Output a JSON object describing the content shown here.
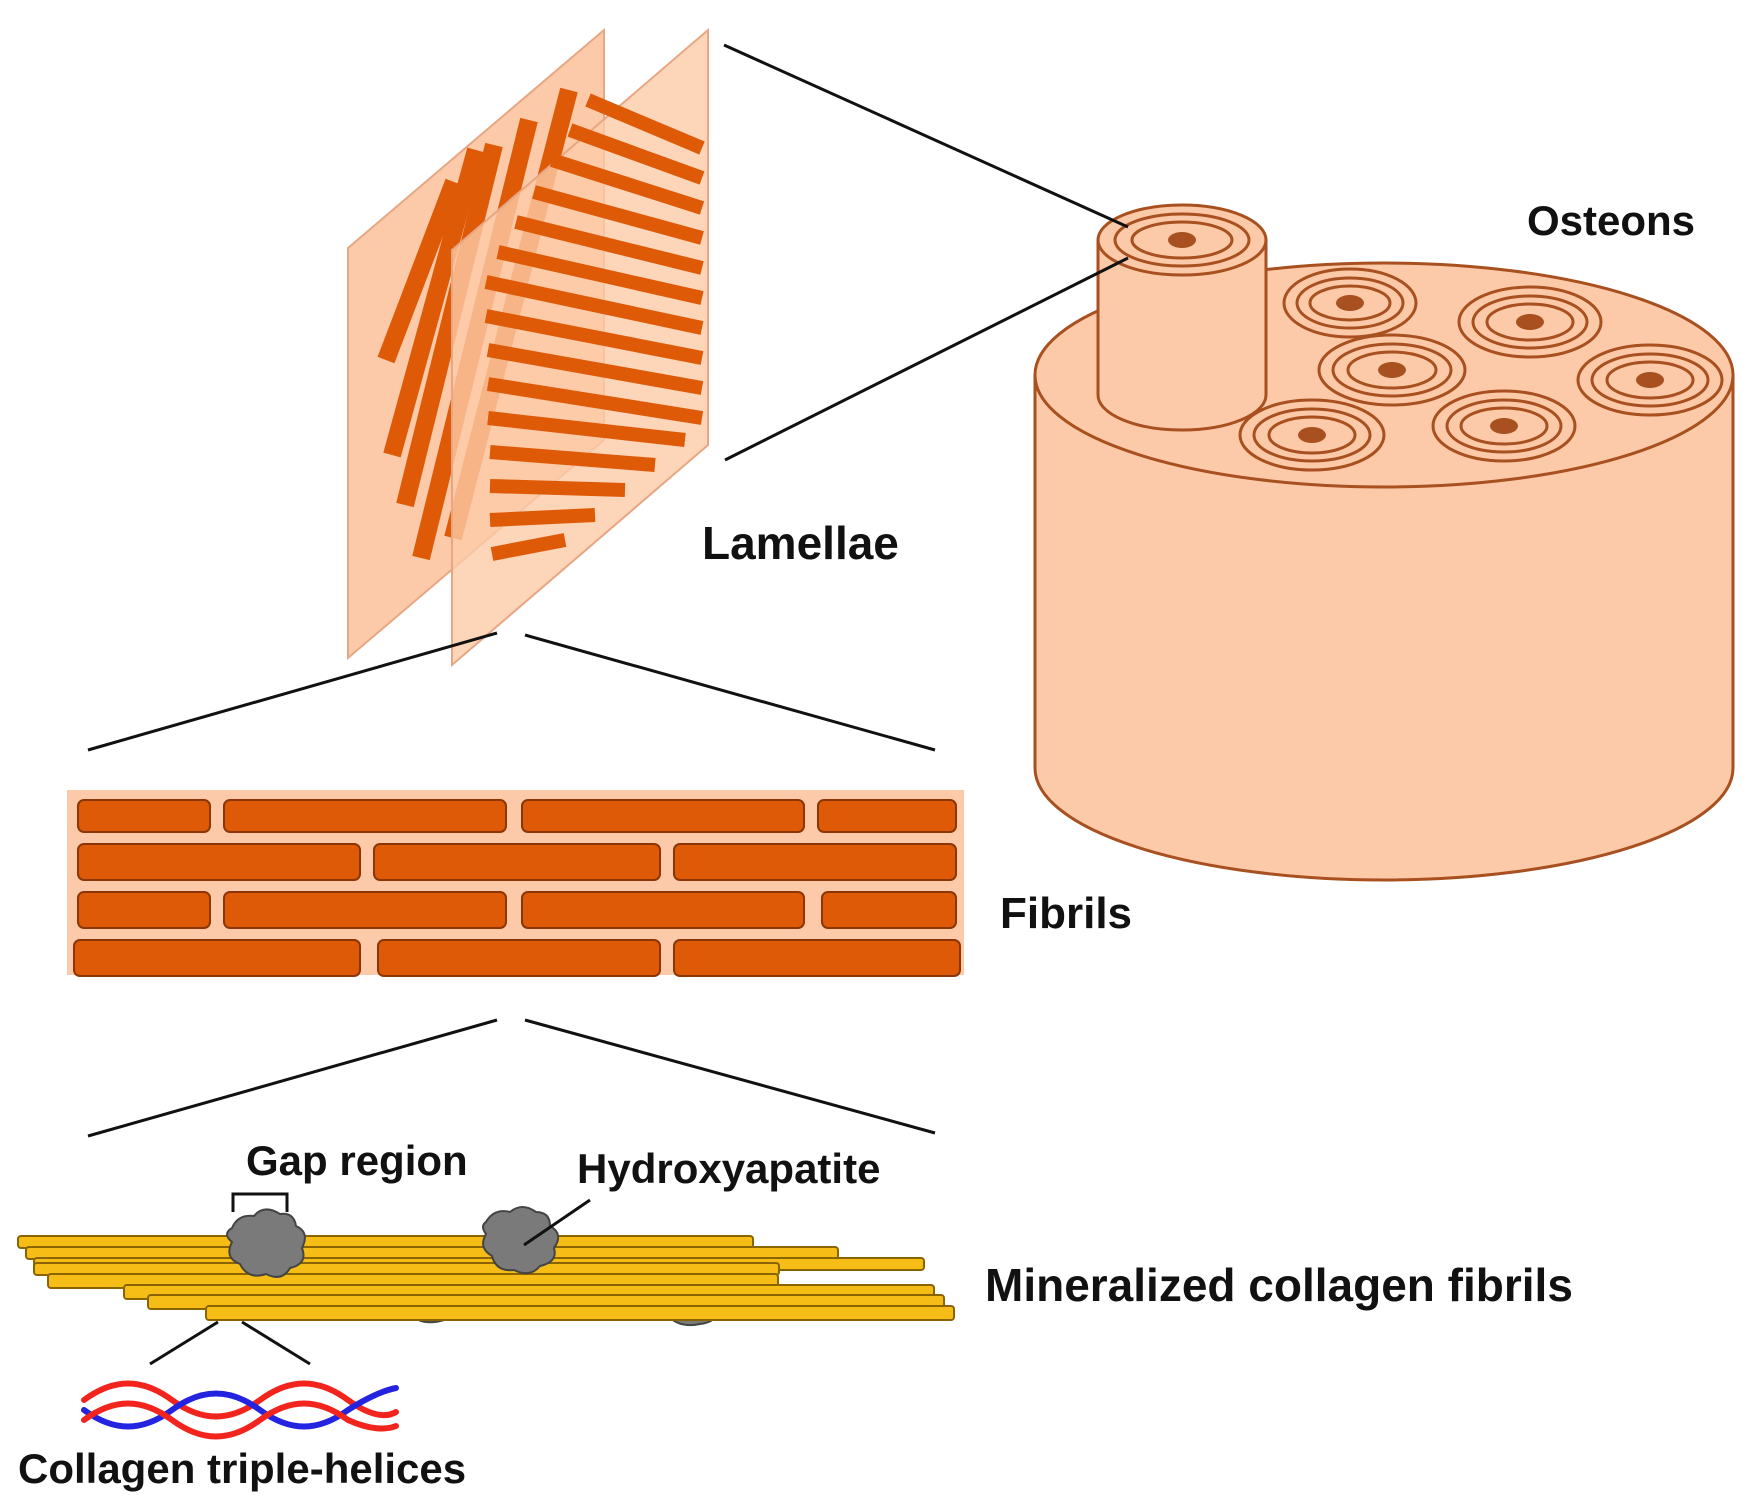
{
  "labels": {
    "osteons": "Osteons",
    "lamellae": "Lamellae",
    "fibrils": "Fibrils",
    "gap_region": "Gap region",
    "hydroxyapatite": "Hydroxyapatite",
    "mineralized_collagen_fibrils": "Mineralized collagen fibrils",
    "collagen_triple_helices": "Collagen triple-helices"
  },
  "colors": {
    "bone_fill": "#fccaa8",
    "bone_stroke": "#a8501f",
    "fibril_fill": "#de5a07",
    "fibril_stroke": "#8a3608",
    "collagen_fill": "#f7bd17",
    "collagen_stroke": "#8a6400",
    "mineral_fill": "#7a7a7a",
    "helix_red": "#f2241e",
    "helix_blue": "#2424e0",
    "line": "#111111"
  }
}
